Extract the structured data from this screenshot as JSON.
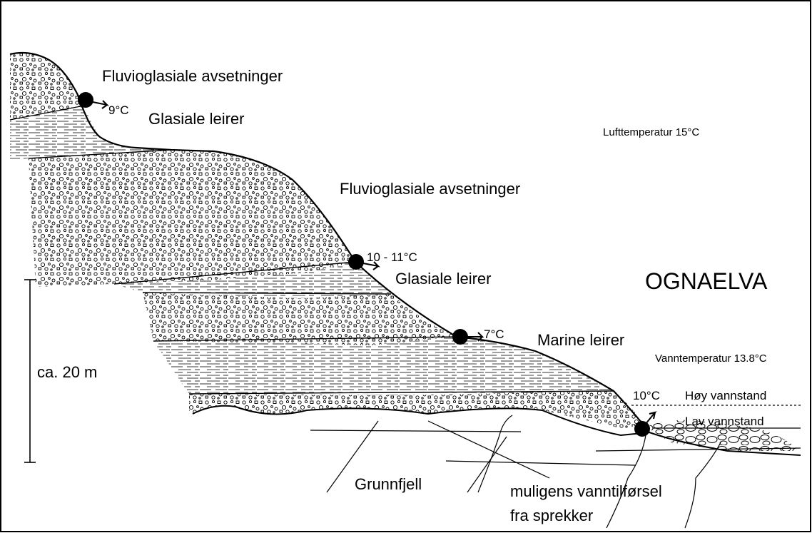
{
  "diagram": {
    "layers": {
      "fluvio_top": "Fluvioglasiale avsetninger",
      "glasial_top": "Glasiale leirer",
      "fluvio_mid": "Fluvioglasiale avsetninger",
      "glasial_mid": "Glasiale leirer",
      "marine": "Marine leirer",
      "bedrock": "Grunnfjell"
    },
    "springs": [
      {
        "temperature": "9°C"
      },
      {
        "temperature": "10 - 11°C"
      },
      {
        "temperature": "7°C"
      },
      {
        "temperature": "10°C"
      }
    ],
    "river": "OGNAELVA",
    "air_temperature": "Lufttemperatur 15°C",
    "water_temperature": "Vanntemperatur 13.8°C",
    "high_water": "Høy vannstand",
    "low_water": "Lav vannstand",
    "scale": "ca. 20 m",
    "water_supply_line1": "muligens vanntilførsel",
    "water_supply_line2": "fra sprekker"
  }
}
